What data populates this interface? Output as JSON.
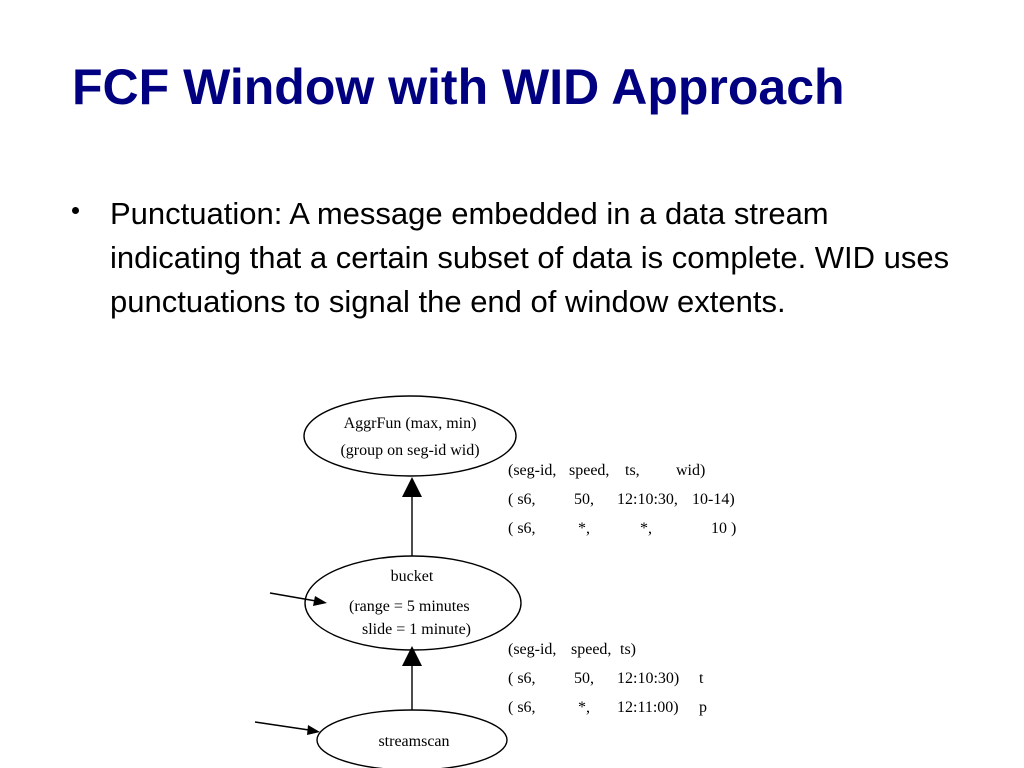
{
  "slide": {
    "title": "FCF Window with WID Approach",
    "bullet": "Punctuation: A message embedded in a data stream indicating that a certain subset of data is complete. WID uses punctuations to signal the end of window extents."
  },
  "diagram": {
    "aggr_node": {
      "line1": "AggrFun (max, min)",
      "line2": "(group on seg-id wid)"
    },
    "bucket_node": {
      "line1": "bucket",
      "line2": "(range = 5 minutes",
      "line3": "slide = 1 minute)"
    },
    "scan_node": {
      "line1": "streamscan"
    },
    "upper_schema": {
      "header": [
        "(seg-id,",
        "speed,",
        "ts,",
        "wid)"
      ],
      "rows": [
        [
          "( s6,",
          "50,",
          "12:10:30,",
          "10-14)"
        ],
        [
          "( s6,",
          "*,",
          "*,",
          "10 )"
        ]
      ]
    },
    "lower_schema": {
      "header": [
        "(seg-id,",
        "speed,",
        "ts)"
      ],
      "rows": [
        [
          "( s6,",
          "50,",
          "12:10:30)",
          "t"
        ],
        [
          "( s6,",
          "*,",
          "12:11:00)",
          "p"
        ]
      ]
    }
  }
}
